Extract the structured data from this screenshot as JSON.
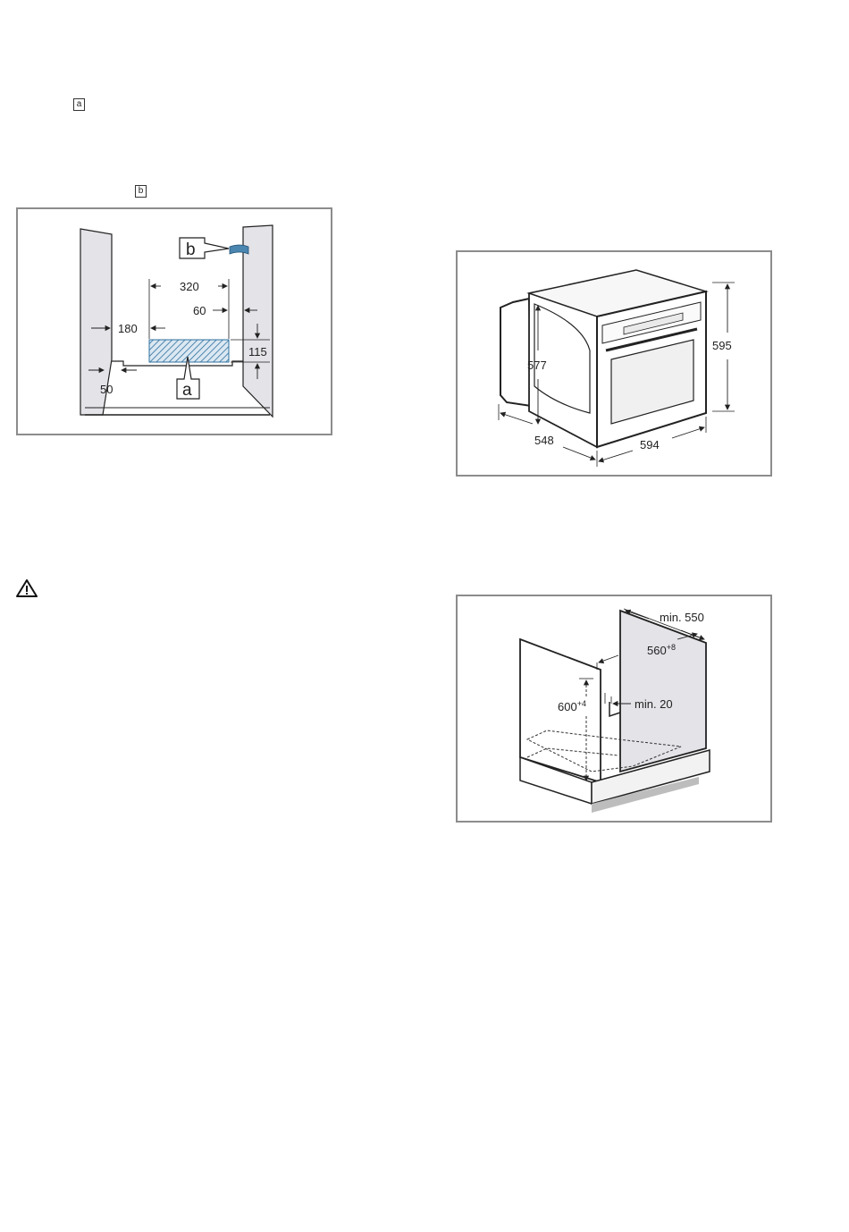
{
  "markers": {
    "a": "a",
    "b": "b"
  },
  "warning_icon": "warning-triangle-icon",
  "fig1": {
    "dim_320": "320",
    "dim_60": "60",
    "dim_180": "180",
    "dim_115": "115",
    "dim_50": "50",
    "callout_a": "a",
    "callout_b": "b"
  },
  "fig2": {
    "dim_595": "595",
    "dim_577": "577",
    "dim_548": "548",
    "dim_594": "594"
  },
  "fig3": {
    "dim_min550": "min. 550",
    "dim_560": "560",
    "dim_560_tol": "+8",
    "dim_600": "600",
    "dim_600_tol": "+4",
    "dim_min20": "min. 20"
  },
  "colors": {
    "panel_border": "#8c8c8c",
    "wall_fill": "#e3e3e8",
    "hatch": "#2e6f9e",
    "strip": "#4a86b0"
  }
}
